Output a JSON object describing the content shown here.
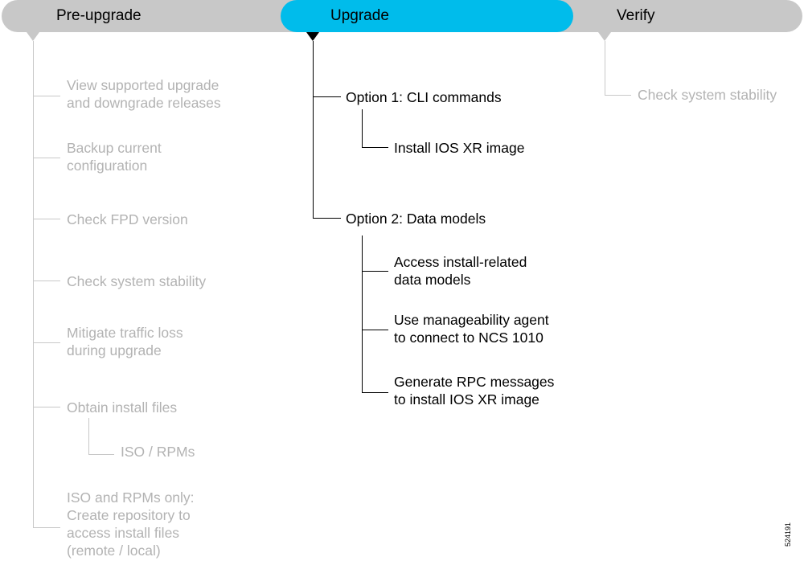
{
  "phases": [
    {
      "label": "Pre-upgrade"
    },
    {
      "label": "Upgrade"
    },
    {
      "label": "Verify"
    }
  ],
  "pre_upgrade": {
    "steps": [
      {
        "lines": [
          "View supported upgrade",
          "and downgrade releases"
        ]
      },
      {
        "lines": [
          "Backup current",
          "configuration"
        ]
      },
      {
        "lines": [
          "Check FPD version"
        ]
      },
      {
        "lines": [
          "Check system stability"
        ]
      },
      {
        "lines": [
          "Mitigate traffic loss",
          "during upgrade"
        ]
      },
      {
        "lines": [
          "Obtain install files"
        ]
      },
      {
        "lines": [
          "ISO / RPMs"
        ]
      },
      {
        "lines": [
          "ISO and RPMs only:",
          "Create repository to",
          "access install files",
          "(remote / local)"
        ]
      }
    ]
  },
  "upgrade": {
    "option1": {
      "prefix": "Option 1:",
      "name": "CLI commands",
      "steps": [
        {
          "lines": [
            "Install IOS XR image"
          ]
        }
      ]
    },
    "option2": {
      "prefix": "Option 2:",
      "name": "Data models",
      "steps": [
        {
          "lines": [
            "Access install-related",
            "data models"
          ]
        },
        {
          "lines": [
            "Use manageability agent",
            "to connect to NCS 1010"
          ]
        },
        {
          "lines": [
            "Generate RPC messages",
            "to install IOS XR image"
          ]
        }
      ]
    }
  },
  "verify": {
    "steps": [
      {
        "lines": [
          "Check system stability"
        ]
      }
    ]
  },
  "figure_id": "524191",
  "colors": {
    "active_phase": "#00bceb",
    "bar": "#c8c8c8",
    "muted_text": "#b3b3b3"
  }
}
